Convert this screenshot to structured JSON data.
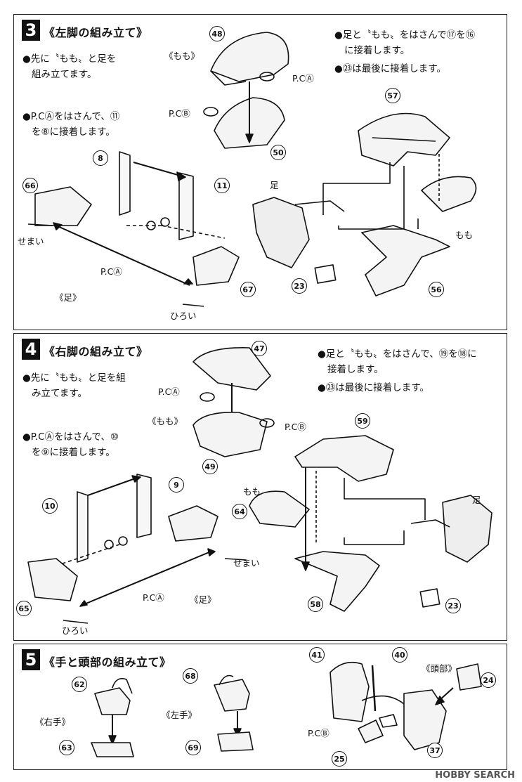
{
  "step3": {
    "number": "3",
    "title": "《左脚の組み立て》",
    "note_a_1": "●先に〝もも〟と足を",
    "note_a_2": "組み立てます。",
    "note_b_1": "●P.CⒶをはさんで、⑪",
    "note_b_2": "を⑧に接着します。",
    "note_c_1": "●足と〝もも〟をはさんで⑰を⑯",
    "note_c_2": "に接着します。",
    "note_d": "●㉓は最後に接着します。",
    "label_momo_title": "《もも》",
    "label_ashi_title": "《足》",
    "label_ashi": "足",
    "label_momo": "もも",
    "label_semai": "せまい",
    "label_hiroi": "ひろい",
    "label_pca_1": "P.CⒶ",
    "label_pca_2": "P.CⒶ",
    "label_pcb": "P.CⒷ",
    "parts": [
      "48",
      "50",
      "57",
      "8",
      "11",
      "66",
      "67",
      "23",
      "56"
    ]
  },
  "step4": {
    "number": "4",
    "title": "《右脚の組み立て》",
    "note_a_1": "●先に〝もも〟と足を組",
    "note_a_2": "み立てます。",
    "note_b_1": "●P.CⒶをはさんで、⑩",
    "note_b_2": "を⑨に接着します。",
    "note_c_1": "●足と〝もも〟をはさんで、⑲を⑱に",
    "note_c_2": "接着します。",
    "note_d": "●㉓は最後に接着します。",
    "label_momo_title": "《もも》",
    "label_ashi_title": "《足》",
    "label_ashi": "足",
    "label_momo": "もも",
    "label_semai": "せまい",
    "label_hiroi": "ひろい",
    "label_pca_1": "P.CⒶ",
    "label_pca_2": "P.CⒶ",
    "label_pcb": "P.CⒷ",
    "parts": [
      "47",
      "49",
      "59",
      "9",
      "10",
      "64",
      "65",
      "58",
      "23"
    ]
  },
  "step5": {
    "number": "5",
    "title": "《手と頭部の組み立て》",
    "label_right_hand": "《右手》",
    "label_left_hand": "《左手》",
    "label_head": "《頭部》",
    "label_pcb": "P.CⒷ",
    "parts": [
      "62",
      "63",
      "68",
      "69",
      "41",
      "40",
      "24",
      "37",
      "25"
    ]
  },
  "watermark": "HOBBY SEARCH"
}
